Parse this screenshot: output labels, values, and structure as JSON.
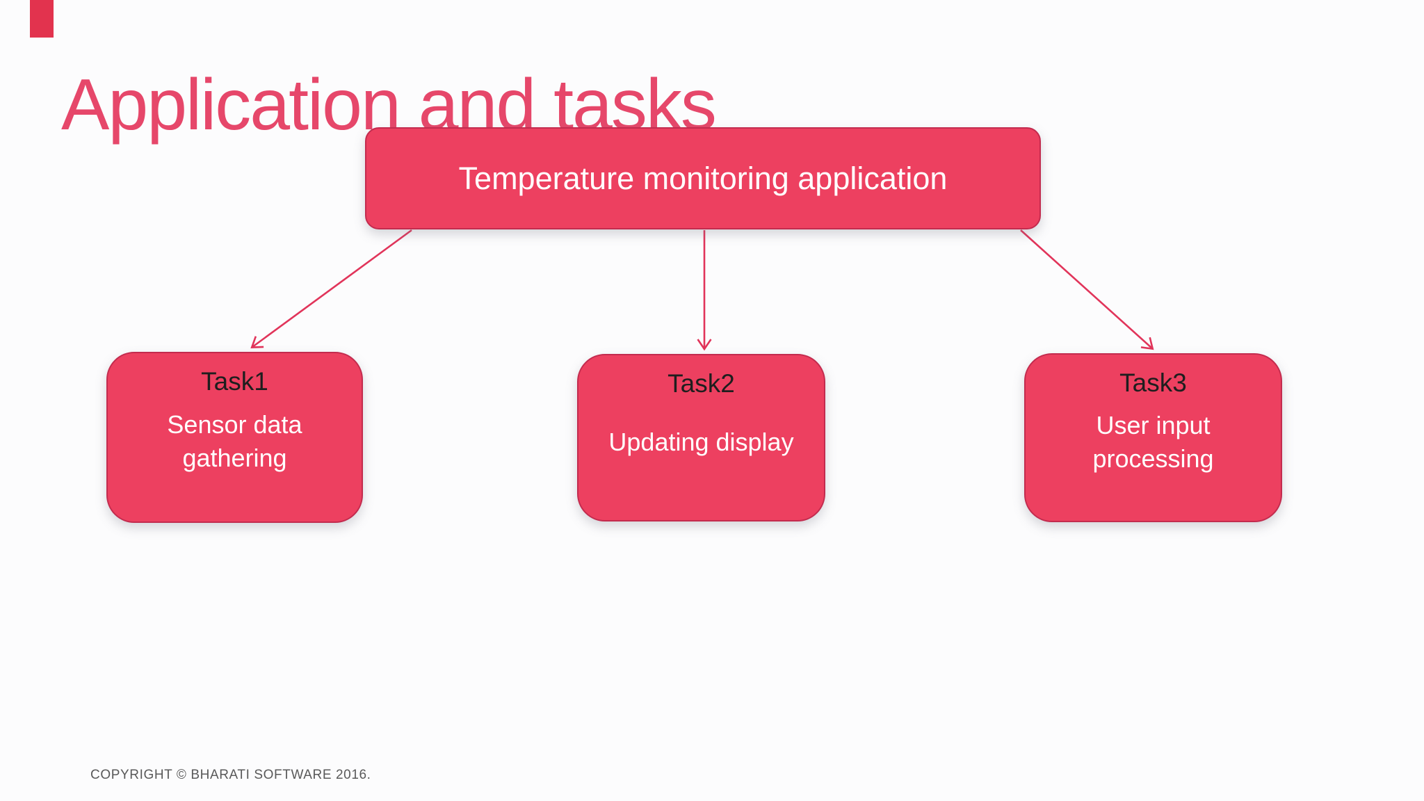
{
  "slide": {
    "title": "Application and tasks",
    "footer": "COPYRIGHT © BHARATI SOFTWARE 2016."
  },
  "diagram": {
    "root": {
      "label": "Temperature monitoring application"
    },
    "tasks": [
      {
        "name": "Task1",
        "description": "Sensor data gathering"
      },
      {
        "name": "Task2",
        "description": "Updating display"
      },
      {
        "name": "Task3",
        "description": "User input processing"
      }
    ],
    "connections": [
      {
        "from": "root",
        "to": "Task1"
      },
      {
        "from": "root",
        "to": "Task2"
      },
      {
        "from": "root",
        "to": "Task3"
      }
    ]
  },
  "colors": {
    "background": "#fcfcfd",
    "node_fill": "#ed4060",
    "node_border": "#c32b4e",
    "title_text": "#e6476a",
    "arrow": "#e1345a",
    "task_name_text": "#1e1e1e",
    "node_body_text": "#ffffff",
    "footer_text": "#595959",
    "edge_marker": "#e2334e"
  }
}
